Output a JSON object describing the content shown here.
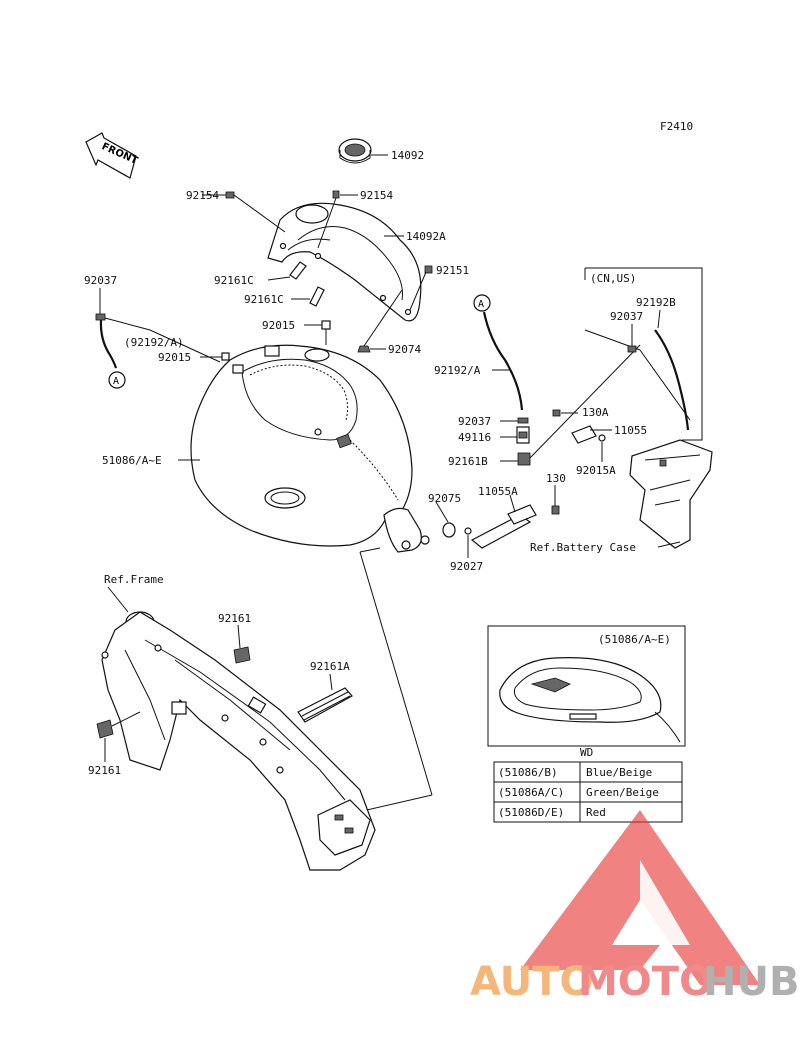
{
  "figure_code": "F2410",
  "front_label": "FRONT",
  "callouts": {
    "p14092": "14092",
    "p14092A": "14092A",
    "p92154_left": "92154",
    "p92154_right": "92154",
    "p92151": "92151",
    "p92161C_1": "92161C",
    "p92161C_2": "92161C",
    "p92015_upper": "92015",
    "p92074": "92074",
    "p92037_left": "92037",
    "p92192A_left": "(92192/A)",
    "p92015_left": "92015",
    "p51086": "51086/A~E",
    "p92192A": "92192/A",
    "p92037_mid": "92037",
    "p49116": "49116",
    "p92161B": "92161B",
    "p130A": "130A",
    "p11055": "11055",
    "p92015A": "92015A",
    "p92075": "92075",
    "p11055A": "11055A",
    "p130": "130",
    "p92027": "92027",
    "ref_battery_case": "Ref.Battery Case",
    "ref_frame": "Ref.Frame",
    "p92161_top": "92161",
    "p92161A": "92161A",
    "p92161_bottom": "92161",
    "cn_us": "(CN,US)",
    "p92192B": "92192B",
    "p92037_right": "92037",
    "marker_a": "A",
    "inset_label": "(51086/A~E)"
  },
  "color_table": {
    "header": "WD",
    "rows": [
      {
        "part": "(51086/B)",
        "color": "Blue/Beige"
      },
      {
        "part": "(51086A/C)",
        "color": "Green/Beige"
      },
      {
        "part": "(51086D/E)",
        "color": "Red"
      }
    ]
  },
  "watermark": {
    "text_auto": "AUTO",
    "text_moto": "MOTO",
    "text_hub": "HUB",
    "color_auto": "#f5b67a",
    "color_moto": "#f08a8a",
    "color_hub": "#b0b0b0",
    "logo_color": "#e83b3b"
  }
}
